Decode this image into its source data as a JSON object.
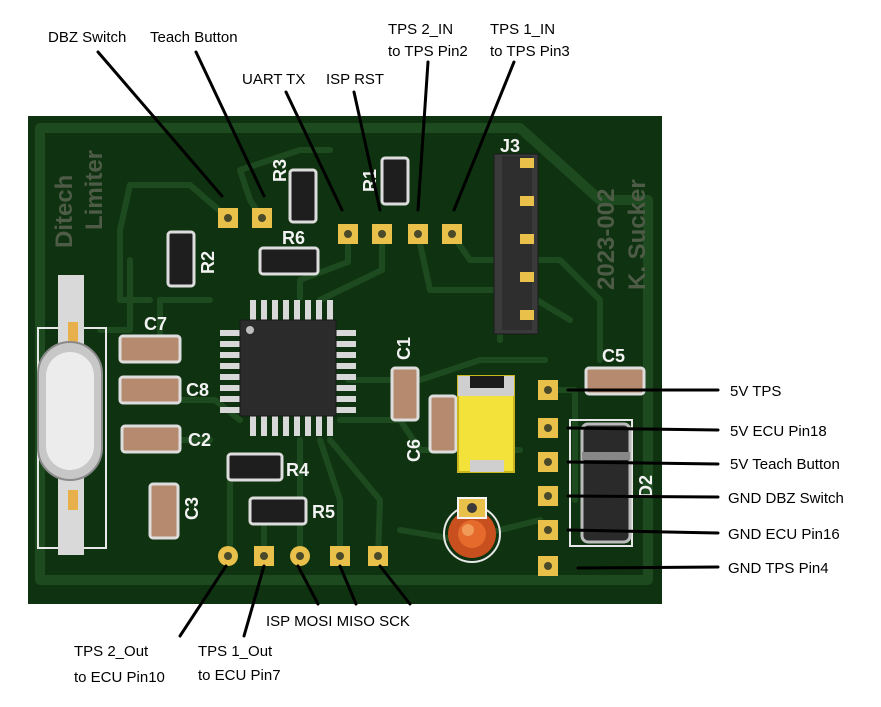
{
  "board": {
    "silk_left": [
      "Ditech",
      "Limiter"
    ],
    "silk_right": [
      "2023-002",
      "K. Sucker"
    ],
    "colors": {
      "pcb": "#0f3310",
      "trace": "#1e4a1f",
      "pad": "#e8c04a",
      "silkscreen": "#f2f2f2",
      "chip": "#2b2b2b",
      "resistor": "#1e1e1e",
      "capacitor": "#b68a6e",
      "diode_body": "#f3e23a",
      "led": "#c8501e"
    }
  },
  "designators": {
    "r1": "R1",
    "r2": "R2",
    "r3": "R3",
    "r4": "R4",
    "r5": "R5",
    "r6": "R6",
    "c1": "C1",
    "c2": "C2",
    "c3": "C3",
    "c5": "C5",
    "c6": "C6",
    "c7": "C7",
    "c8": "C8",
    "d2": "D2",
    "j3": "J3"
  },
  "labels": {
    "dbz_switch": "DBZ Switch",
    "teach_button": "Teach Button",
    "uart_tx": "UART TX",
    "isp_rst": "ISP RST",
    "tps2_in": [
      "TPS 2_IN",
      "to TPS Pin2"
    ],
    "tps1_in": [
      "TPS 1_IN",
      "to TPS Pin3"
    ],
    "v5_tps": "5V TPS",
    "v5_ecu": "5V ECU Pin18",
    "v5_teach": "5V Teach Button",
    "gnd_dbz": "GND DBZ Switch",
    "gnd_ecu": "GND ECU Pin16",
    "gnd_tps": "GND TPS Pin4",
    "isp_bottom": "ISP MOSI MISO SCK",
    "tps2_out": [
      "TPS 2_Out",
      "to ECU Pin10"
    ],
    "tps1_out": [
      "TPS 1_Out",
      "to ECU Pin7"
    ]
  }
}
